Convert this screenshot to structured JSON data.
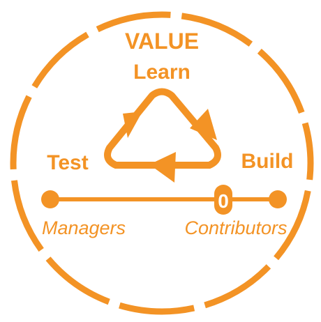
{
  "colors": {
    "accent": "#F39325",
    "background": "#FFFFFF"
  },
  "labels": {
    "title": "VALUE",
    "learn": "Learn",
    "test": "Test",
    "build": "Build",
    "managers": "Managers",
    "contributors": "Contributors",
    "slider_marker": "0"
  },
  "icons": {
    "cycle": "recycle-cycle-arrows-icon"
  }
}
